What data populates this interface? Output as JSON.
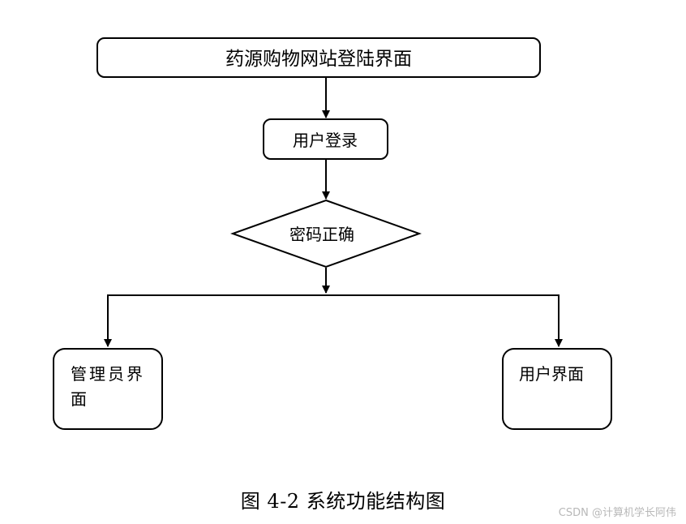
{
  "nodes": {
    "login_page": "药源购物网站登陆界面",
    "user_login": "用户登录",
    "password_check": "密码正确",
    "admin_ui_line1": "管理员界",
    "admin_ui_line2": "面",
    "user_ui": "用户界面"
  },
  "caption": "图 4-2 系统功能结构图",
  "watermark": "CSDN @计算机学长阿伟",
  "colors": {
    "stroke": "#000000",
    "background": "#ffffff",
    "watermark": "#b8b8b8"
  }
}
